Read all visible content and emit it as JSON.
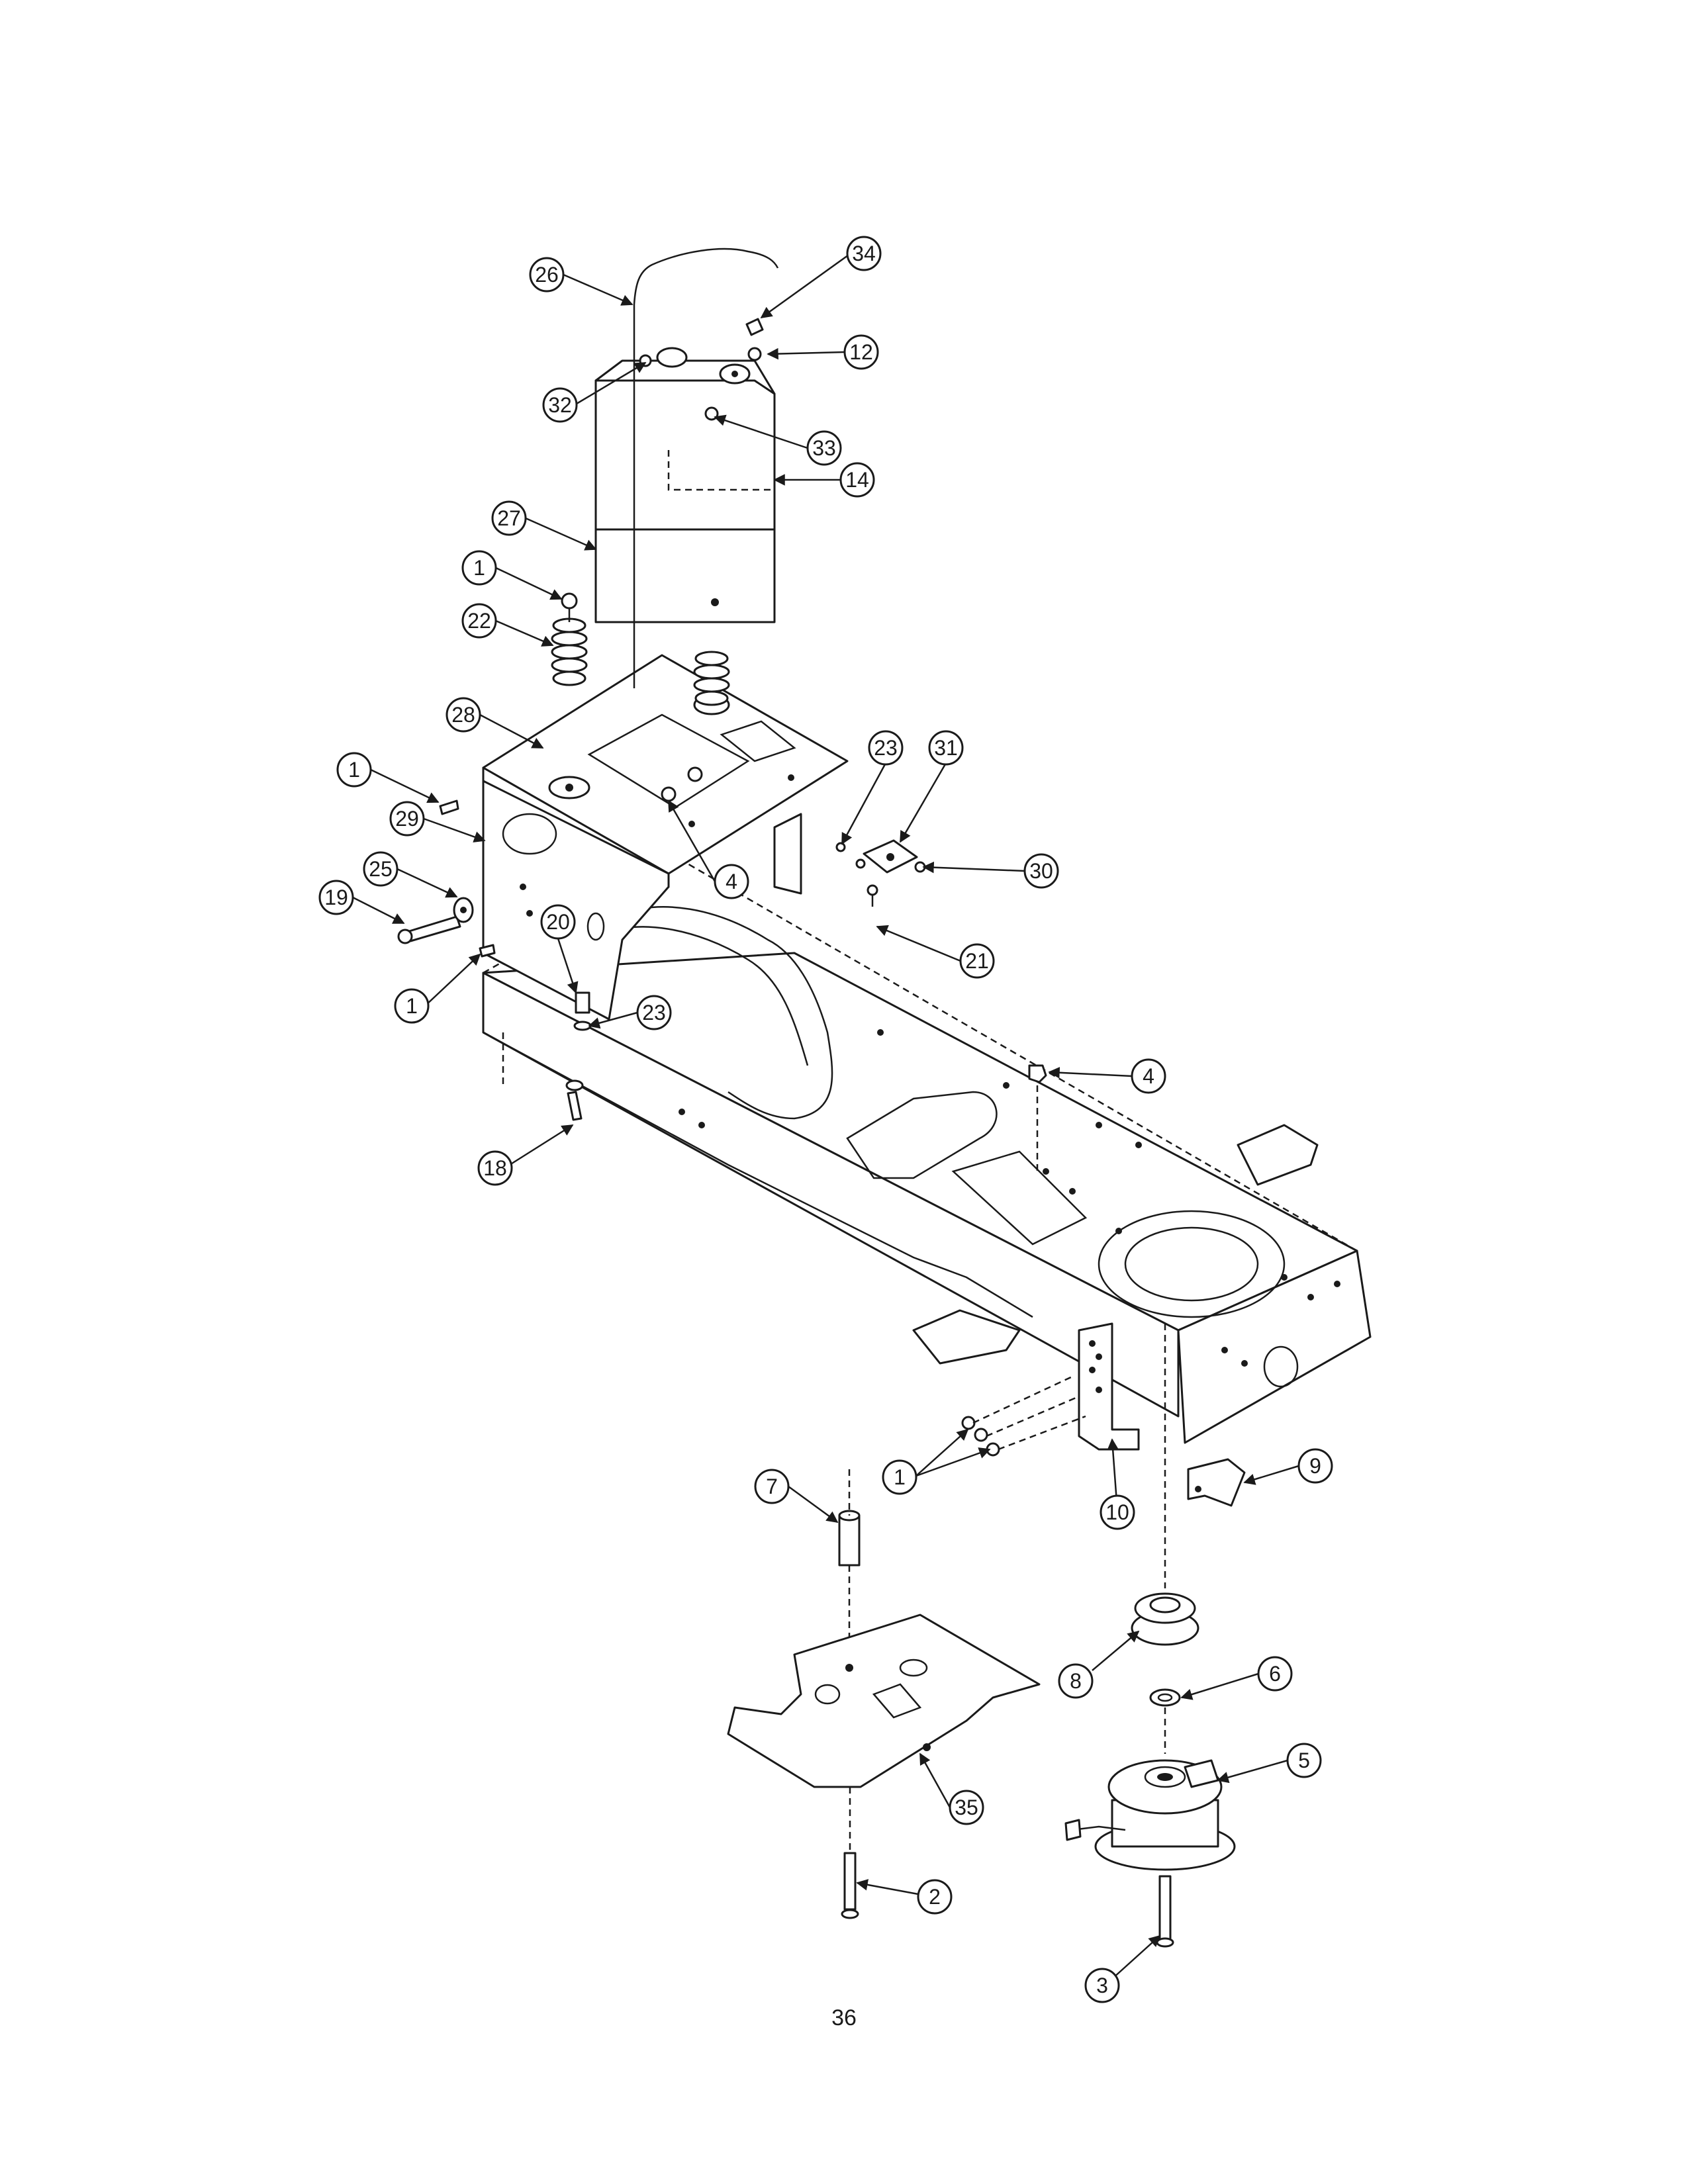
{
  "page_number": "36",
  "callouts": [
    "26",
    "34",
    "12",
    "32",
    "33",
    "14",
    "27",
    "1",
    "22",
    "28",
    "1",
    "29",
    "25",
    "19",
    "20",
    "1",
    "23",
    "18",
    "23",
    "31",
    "30",
    "21",
    "4",
    "4",
    "1",
    "10",
    "9",
    "7",
    "8",
    "6",
    "5",
    "35",
    "2",
    "3"
  ]
}
